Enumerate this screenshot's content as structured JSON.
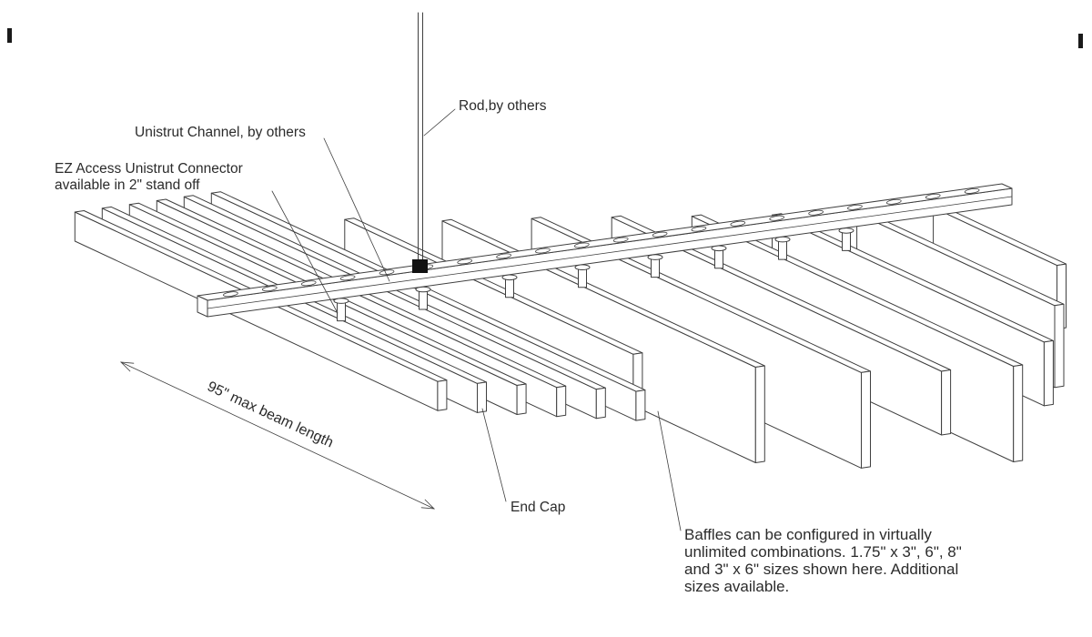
{
  "labels": {
    "rod": "Rod,by others",
    "channel": "Unistrut Channel, by others",
    "connector_line1": "EZ Access Unistrut Connector",
    "connector_line2": "available in 2\" stand off",
    "beam_length": "95\" max beam length",
    "end_cap": "End Cap",
    "baffle_note_lines": [
      "Baffles can be configured in virtually",
      "unlimited combinations. 1.75\" x 3\", 6\", 8\"",
      "and 3\" x 6\" sizes shown here. Additional",
      "sizes available."
    ]
  },
  "colors": {
    "line": "#3f3f3f",
    "text": "#2b2b2b",
    "rod_connector": "#000000",
    "background": "#ffffff"
  }
}
